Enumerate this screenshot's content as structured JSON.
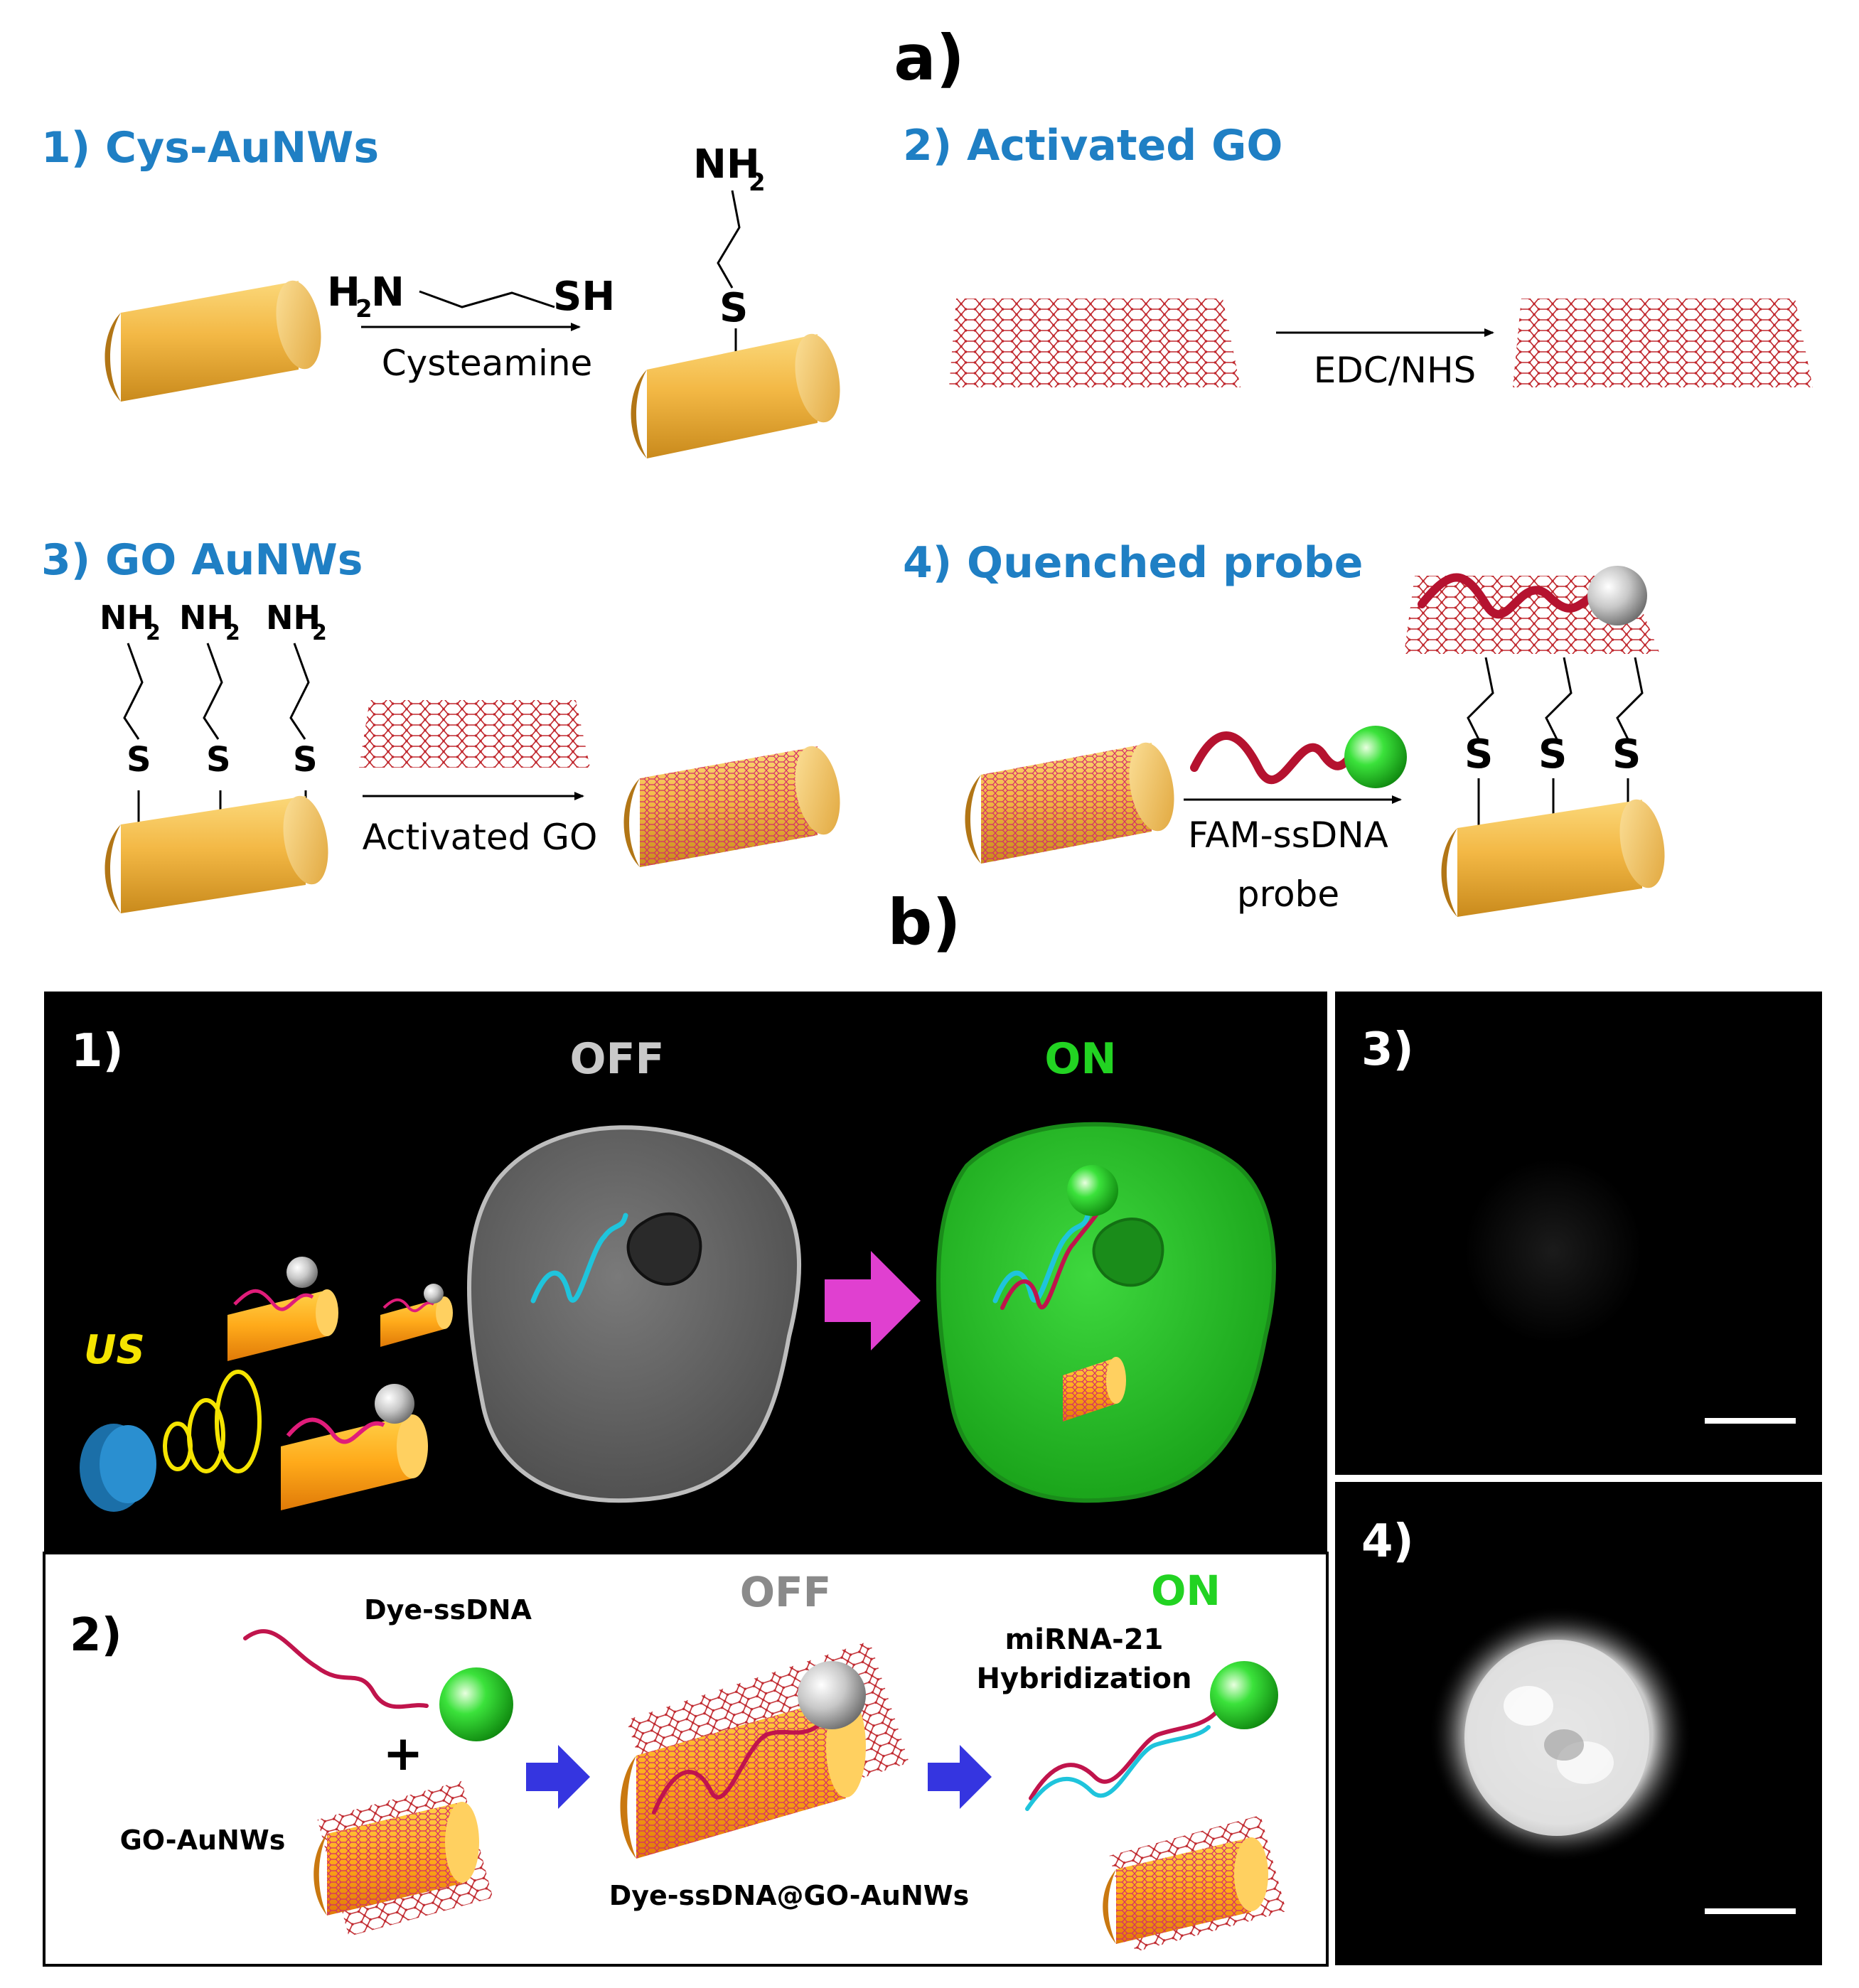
{
  "panel_a": {
    "letter": "a)",
    "step1": {
      "title": "1) Cys-AuNWs",
      "reagent_left": "H",
      "reagent_sub2": "2",
      "reagent_N": "N",
      "reagent_right": "SH",
      "arrow_label": "Cysteamine",
      "product_nh": "NH",
      "product_sub": "2",
      "product_s": "S"
    },
    "step2": {
      "title": "2) Activated GO",
      "arrow_label": "EDC/NHS"
    },
    "step3": {
      "title": "3) GO AuNWs",
      "nh": "NH",
      "sub": "2",
      "s": "S",
      "arrow_label": "Activated GO"
    },
    "step4": {
      "title": "4) Quenched probe",
      "arrow_label_1": "FAM-ssDNA",
      "arrow_label_2": "probe",
      "s": "S"
    }
  },
  "panel_b": {
    "letter": "b)",
    "sub1": {
      "label": "1)",
      "off": "OFF",
      "on": "ON",
      "us": "US"
    },
    "sub2": {
      "label": "2)",
      "dye": "Dye-ssDNA",
      "plus": "+",
      "go": "GO-AuNWs",
      "off": "OFF",
      "on": "ON",
      "complex": "Dye-ssDNA@GO-AuNWs",
      "mirna_1": "miRNA-21",
      "mirna_2": "Hybridization"
    },
    "sub3": {
      "label": "3)"
    },
    "sub4": {
      "label": "4)"
    }
  },
  "colors": {
    "step_title": "#1f7fc4",
    "gold_light": "#f7c450",
    "gold_dark": "#c98a1c",
    "graphene": "#c0272d",
    "off_gray": "#8a8a8a",
    "on_green": "#22d322",
    "dna_red": "#c0144c",
    "dna_cyan": "#1fc4dc",
    "arrow_blue": "#3535e0",
    "arrow_magenta": "#e040d0",
    "us_yellow": "#f5e400"
  }
}
